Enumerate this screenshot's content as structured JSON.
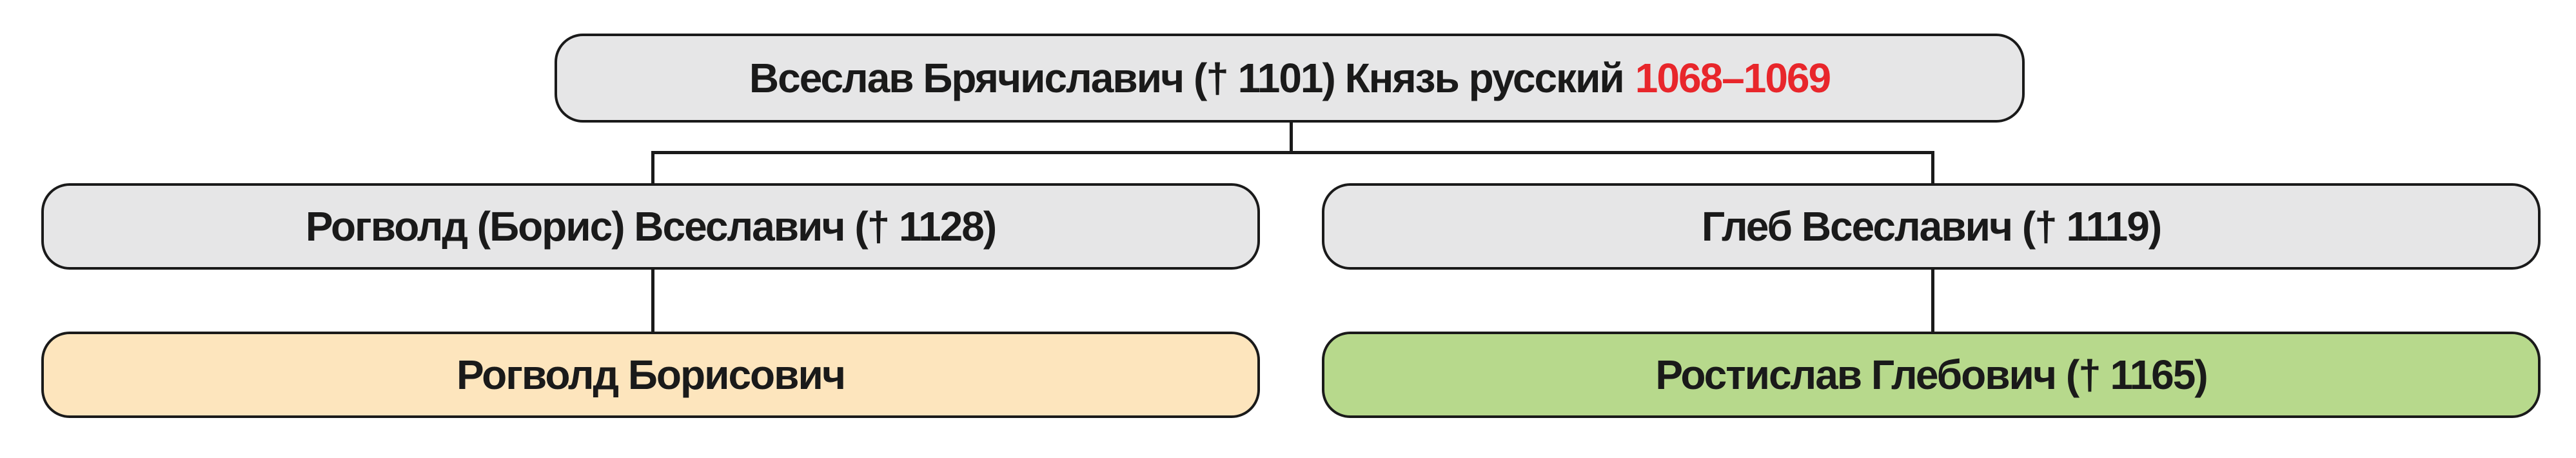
{
  "colors": {
    "box_fill": "#e6e6e7",
    "peach_fill": "#fde5bd",
    "green_fill": "#b7d98c",
    "line": "#1a1a1a",
    "date_accent": "#e8262b"
  },
  "tree": {
    "root": {
      "name": "Всеслав Брячиславич († 1101) Князь русский",
      "reign": "1068–1069"
    },
    "children": [
      {
        "name": "Рогволд (Борис) Всеславич († 1128)"
      },
      {
        "name": "Глеб Всеславич († 1119)"
      }
    ],
    "grandchildren": [
      {
        "name": "Рогволд Борисович"
      },
      {
        "name": "Ростислав Глебович († 1165)"
      }
    ]
  }
}
